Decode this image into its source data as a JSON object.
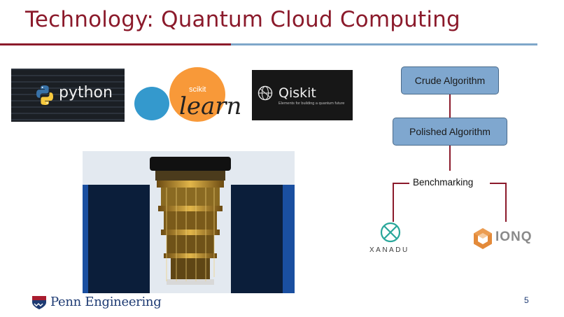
{
  "slide": {
    "title": "Technology: Quantum Cloud Computing",
    "page_number": "5"
  },
  "logos": {
    "python": "python",
    "sklearn_small": "scikit",
    "sklearn_big": "learn",
    "qiskit_name": "Qiskit",
    "qiskit_tagline": "Elements for building a quantum future",
    "xanadu": "XANADU",
    "ionq": "IONQ",
    "penn": "Penn Engineering"
  },
  "flow": {
    "step1": "Crude Algorithm",
    "step2": "Polished Algorithm",
    "branch_label": "Benchmarking"
  },
  "colors": {
    "brand_red": "#8b1a2b",
    "rule_blue": "#7fa7c9",
    "box_fill": "#7fa7cf",
    "penn_blue": "#1e3b73"
  }
}
